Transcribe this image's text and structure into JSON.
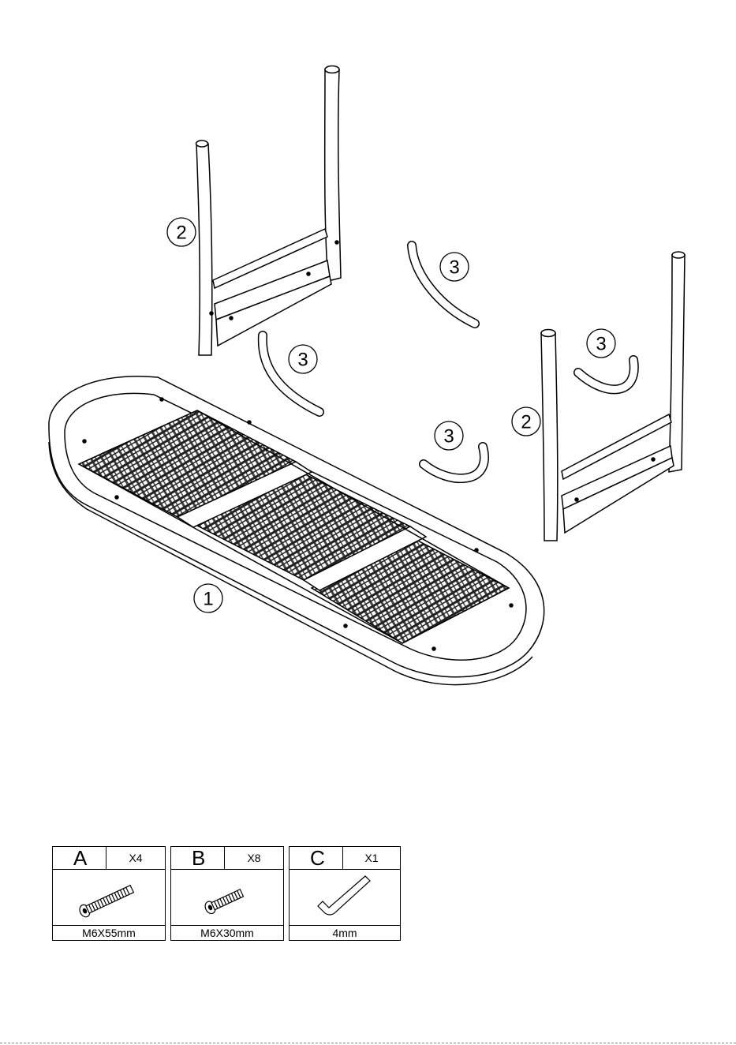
{
  "callouts": {
    "table_top": "1",
    "leg_frame_left": "2",
    "leg_frame_right": "2",
    "brace_a": "3",
    "brace_b": "3",
    "brace_c": "3",
    "brace_d": "3"
  },
  "hardware": [
    {
      "letter": "A",
      "quantity": "X4",
      "size": "M6X55mm",
      "icon": "long-bolt-icon"
    },
    {
      "letter": "B",
      "quantity": "X8",
      "size": "M6X30mm",
      "icon": "short-bolt-icon"
    },
    {
      "letter": "C",
      "quantity": "X1",
      "size": "4mm",
      "icon": "allen-key-icon"
    }
  ]
}
